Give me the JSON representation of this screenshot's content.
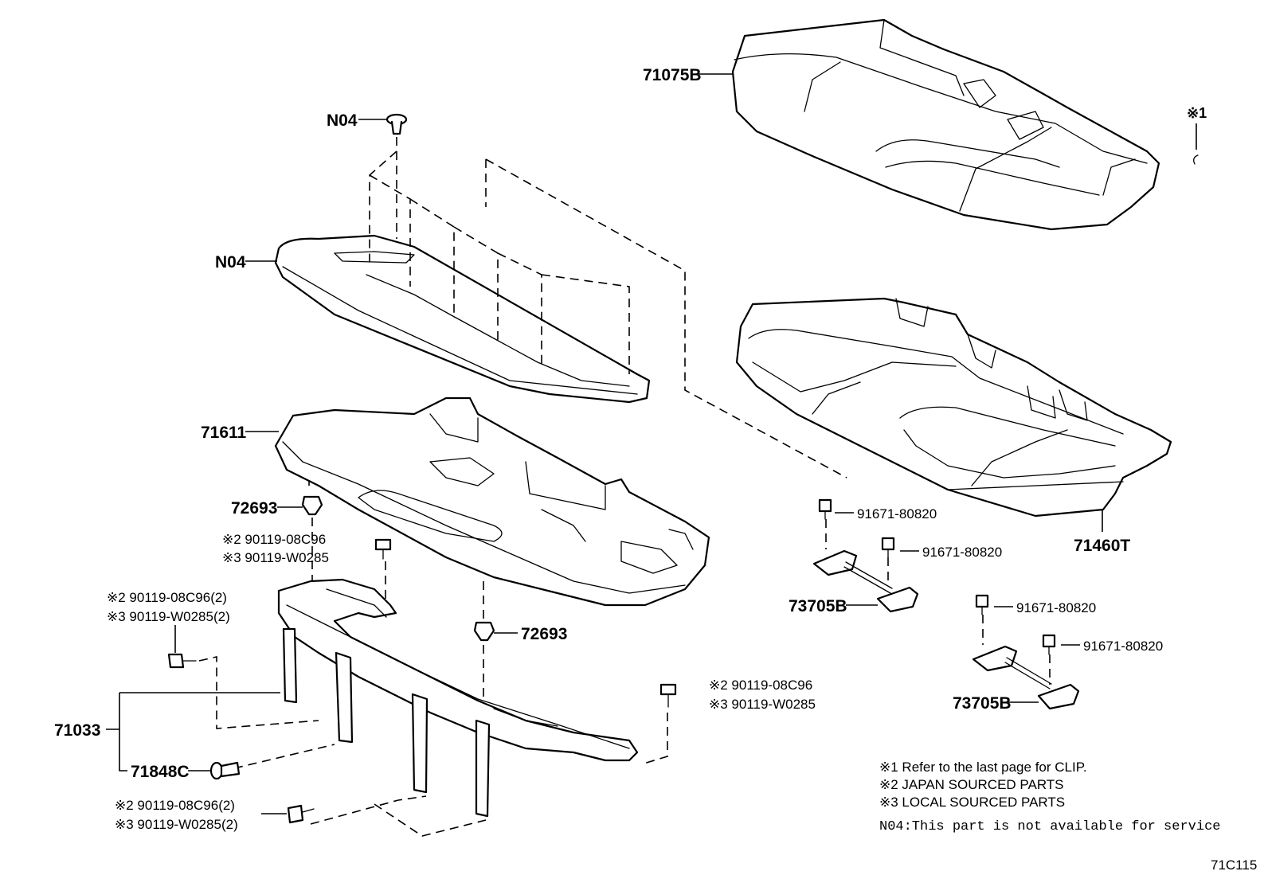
{
  "labels": {
    "cover": "71075B",
    "clip_mark": "※1",
    "n04_clip": "N04",
    "n04_pad": "N04",
    "pad_71611": "71611",
    "clip_72693_a": "72693",
    "clip_72693_b": "72693",
    "bolt_a_j": "※2 90119-08C96",
    "bolt_a_l": "※3 90119-W0285",
    "bolt_b_j": "※2 90119-08C96(2)",
    "bolt_b_l": "※3 90119-W0285(2)",
    "frame": "71033",
    "pin": "71848C",
    "bolt_c_j": "※2 90119-08C96(2)",
    "bolt_c_l": "※3 90119-W0285(2)",
    "bolt_d_j": "※2 90119-08C96",
    "bolt_d_l": "※3 90119-W0285",
    "cushion": "71460T",
    "screw_1": "91671-80820",
    "screw_2": "91671-80820",
    "screw_3": "91671-80820",
    "screw_4": "91671-80820",
    "hook_a": "73705B",
    "hook_b": "73705B"
  },
  "notes": [
    "※1 Refer to the last page for CLIP.",
    "※2 JAPAN SOURCED PARTS",
    "※3 LOCAL SOURCED PARTS"
  ],
  "service_note": "N04:This part is not available for service",
  "diagram_code": "71C115"
}
